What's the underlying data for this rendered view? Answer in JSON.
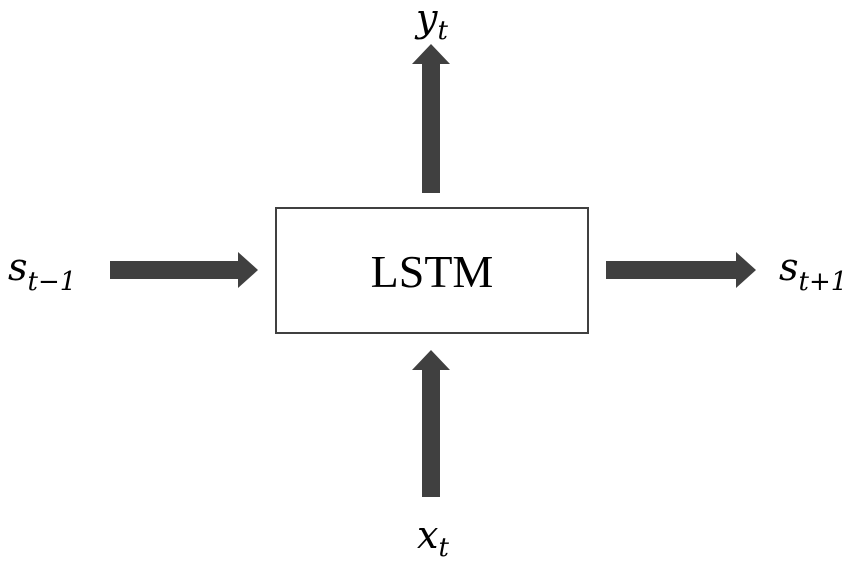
{
  "node": {
    "label": "LSTM"
  },
  "labels": {
    "output": {
      "base": "y",
      "sub": "t"
    },
    "input": {
      "base": "x",
      "sub": "t"
    },
    "prev_state": {
      "base": "s",
      "sub": "t−1"
    },
    "next_state": {
      "base": "s",
      "sub": "t+1"
    }
  },
  "colors": {
    "arrow": "#404040",
    "box_border": "#404040",
    "box_fill": "#ffffff",
    "text": "#000000"
  }
}
